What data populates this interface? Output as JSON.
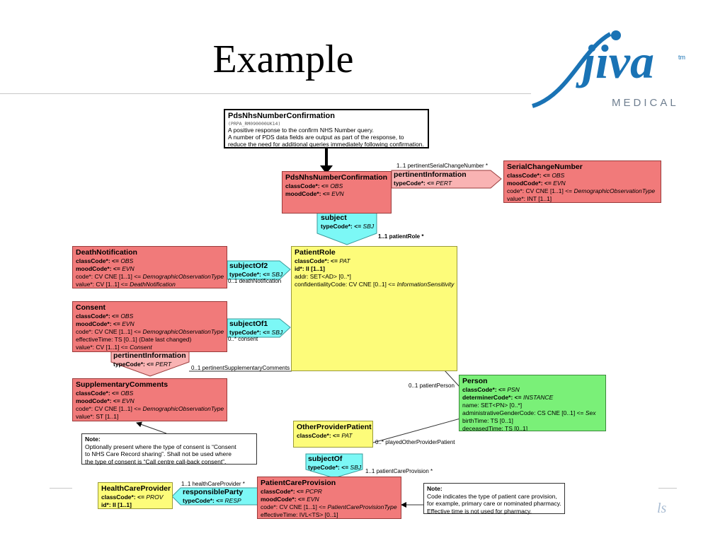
{
  "slide": {
    "title": "Example",
    "corner_fragment": "ls"
  },
  "logo": {
    "word": "jiva",
    "tm": "tm",
    "sub": "MEDICAL",
    "color": "#1a73b5"
  },
  "root": {
    "name": "PdsNhsNumberConfirmation",
    "code": "(PRPA_RM090000UK14)",
    "desc": [
      "A positive response to the confirm NHS Number query.",
      "A number of PDS data fields are output as part of the response, to",
      "reduce the need for additional queries immediately following confirmation."
    ]
  },
  "classes": {
    "pds": {
      "name": "PdsNhsNumberConfirmation",
      "lines": [
        [
          "classCode*: <= ",
          "OBS"
        ],
        [
          "moodCode*: <= ",
          "EVN"
        ]
      ]
    },
    "serial": {
      "name": "SerialChangeNumber",
      "lines": [
        [
          "classCode*: <= ",
          "OBS"
        ],
        [
          "moodCode*: <= ",
          "EVN"
        ],
        [
          "code*: CV CNE [1..1] <= ",
          "DemographicObservationType"
        ],
        [
          "value*: INT [1..1]",
          ""
        ]
      ]
    },
    "patientRole": {
      "name": "PatientRole",
      "lines": [
        [
          "classCode*: <= ",
          "PAT"
        ],
        [
          "id*: II [1..1]",
          ""
        ],
        [
          "addr: SET<AD> [0..*]",
          ""
        ],
        [
          "confidentialityCode: CV CNE [0..1] <= ",
          "InformationSensitivity"
        ]
      ]
    },
    "death": {
      "name": "DeathNotification",
      "lines": [
        [
          "classCode*: <= ",
          "OBS"
        ],
        [
          "moodCode*: <= ",
          "EVN"
        ],
        [
          "code*: CV CNE [1..1] <= ",
          "DemographicObservationType"
        ],
        [
          "value*: CV [1..1] <= ",
          "DeathNotification"
        ]
      ]
    },
    "consent": {
      "name": "Consent",
      "lines": [
        [
          "classCode*: <= ",
          "OBS"
        ],
        [
          "moodCode*: <= ",
          "EVN"
        ],
        [
          "code*: CV CNE [1..1] <= ",
          "DemographicObservationType"
        ],
        [
          "effectiveTime: TS [0..1] (Date last changed)",
          ""
        ],
        [
          "value*: CV [1..1] <= ",
          "Consent"
        ]
      ]
    },
    "supp": {
      "name": "SupplementaryComments",
      "lines": [
        [
          "classCode*: <= ",
          "OBS"
        ],
        [
          "moodCode*: <= ",
          "EVN"
        ],
        [
          "code*: CV CNE [1..1] <= ",
          "DemographicObservationType"
        ],
        [
          "value*: ST [1..1]",
          ""
        ]
      ]
    },
    "person": {
      "name": "Person",
      "lines": [
        [
          "classCode*: <= ",
          "PSN"
        ],
        [
          "determinerCode*: <= ",
          "INSTANCE"
        ],
        [
          "name: SET<PN> [0..*]",
          ""
        ],
        [
          "administrativeGenderCode: CS CNE [0..1] <= ",
          "Sex"
        ],
        [
          "birthTime: TS [0..1]",
          ""
        ],
        [
          "deceasedTime: TS [0..1]",
          ""
        ]
      ]
    },
    "other": {
      "name": "OtherProviderPatient",
      "lines": [
        [
          "classCode*: <= ",
          "PAT"
        ]
      ]
    },
    "pcp": {
      "name": "PatientCareProvision",
      "lines": [
        [
          "classCode*: <= ",
          "PCPR"
        ],
        [
          "moodCode*: <= ",
          "EVN"
        ],
        [
          "code*: CV CNE [1..1] <= ",
          "PatientCareProvisionType"
        ],
        [
          "effectiveTime: IVL<TS> [0..1]",
          ""
        ]
      ]
    },
    "hcp": {
      "name": "HealthCareProvider",
      "lines": [
        [
          "classCode*: <= ",
          "PROV"
        ],
        [
          "id*: II [1..1]",
          ""
        ]
      ]
    }
  },
  "connectors": {
    "pertinent1": {
      "name": "pertinentInformation",
      "type": [
        "typeCode*: <= ",
        "PERT"
      ]
    },
    "subject": {
      "name": "subject",
      "type": [
        "typeCode*: <= ",
        "SBJ"
      ]
    },
    "subjectOf2": {
      "name": "subjectOf2",
      "type": [
        "typeCode*: <= ",
        "SBJ"
      ]
    },
    "subjectOf1": {
      "name": "subjectOf1",
      "type": [
        "typeCode*: <= ",
        "SBJ"
      ]
    },
    "pertinent2": {
      "name": "pertinentInformation",
      "type": [
        "typeCode*: <= ",
        "PERT"
      ]
    },
    "subjectOf": {
      "name": "subjectOf",
      "type": [
        "typeCode*: <= ",
        "SBJ"
      ]
    },
    "responsible": {
      "name": "responsibleParty",
      "type": [
        "typeCode*: <= ",
        "RESP"
      ]
    }
  },
  "labels": {
    "serialRole": "1..1 pertinentSerialChangeNumber  *",
    "patientRole": "1..1 patientRole  *",
    "death": "0..1 deathNotification",
    "consent": "0..* consent",
    "suppRole": "0..1 pertinentSupplementaryComments",
    "personRole": "0..1 patientPerson",
    "otherRole": "0..* playedOtherProviderPatient",
    "pcpRole": "1..1 patientCareProvision  *",
    "hcpRole": "1..1 healthCareProvider  *"
  },
  "notes": {
    "consentNote": [
      "Note:",
      "Optionally present where the type of consent is “Consent",
      "to NHS Care Record sharing”. Shall not be used where",
      "the type of consent is “Call centre call-back consent”."
    ],
    "pcpNote": [
      "Note:",
      "Code indicates the type of patient care provision,",
      "for example, primary care or nominated pharmacy.",
      "Effective time is not used for pharmacy."
    ]
  }
}
